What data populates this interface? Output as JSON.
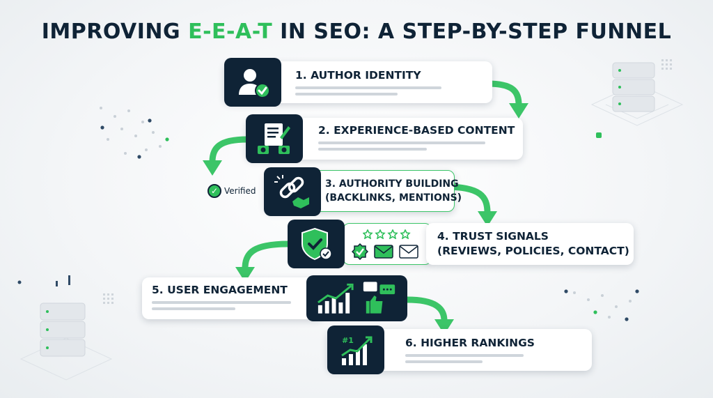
{
  "title": {
    "part1": "IMPROVING ",
    "accent": "E-E-A-T",
    "part2": " IN SEO: A STEP-BY-STEP FUNNEL"
  },
  "steps": [
    {
      "label": "1. AUTHOR IDENTITY",
      "icon": "user-verified-icon"
    },
    {
      "label": "2. EXPERIENCE-BASED CONTENT",
      "icon": "document-camera-icon"
    },
    {
      "label_line1": "3. AUTHORITY BUILDING",
      "label_line2": "(BACKLINKS, MENTIONS)",
      "icon": "link-handshake-icon"
    },
    {
      "label_line1": "4. TRUST SIGNALS",
      "label_line2": "(REVIEWS, POLICIES, CONTACT)",
      "icon": "shield-check-icon"
    },
    {
      "label": "5. USER ENGAGEMENT",
      "icon": "engagement-chart-icon"
    },
    {
      "label": "6. HIGHER RANKINGS",
      "icon": "ranking-chart-icon",
      "badge": "#1"
    }
  ],
  "verified_label": "Verified",
  "colors": {
    "navy": "#0f2336",
    "green": "#2fbf5b",
    "line_gray": "#cfd5db"
  }
}
